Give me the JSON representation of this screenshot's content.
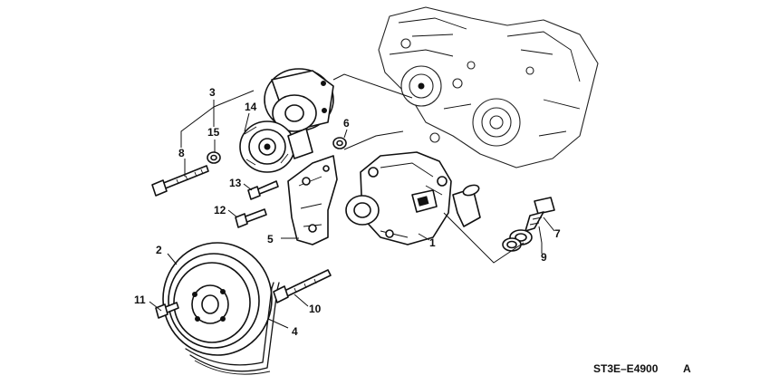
{
  "callouts": {
    "c1": "1",
    "c2": "2",
    "c3": "3",
    "c4": "4",
    "c5": "5",
    "c6": "6",
    "c7": "7",
    "c8": "8",
    "c9": "9",
    "c10": "10",
    "c11": "11",
    "c12": "12",
    "c13": "13",
    "c14": "14",
    "c15": "15"
  },
  "diagram_code": "ST3E–E4900",
  "diagram_suffix": "A",
  "colors": {
    "ink": "#111111",
    "paper": "#ffffff"
  }
}
